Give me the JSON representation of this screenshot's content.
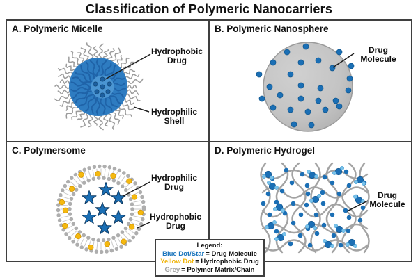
{
  "title": "Classification of Polymeric Nanocarriers",
  "panels": {
    "a": {
      "label": "A. Polymeric Micelle",
      "annotations": {
        "drug": {
          "line1": "Hydrophobic",
          "line2": "Drug"
        },
        "shell": {
          "line1": "Hydrophilic",
          "line2": "Shell"
        }
      }
    },
    "b": {
      "label": "B. Polymeric Nanosphere",
      "annotations": {
        "drug": {
          "line1": "Drug",
          "line2": "Molecule"
        }
      }
    },
    "c": {
      "label": "C. Polymersome",
      "annotations": {
        "hydrophilic": {
          "line1": "Hydrophilic",
          "line2": "Drug"
        },
        "hydrophobic": {
          "line1": "Hydrophobic",
          "line2": "Drug"
        }
      }
    },
    "d": {
      "label": "D. Polymeric Hydrogel",
      "annotations": {
        "drug": {
          "line1": "Drug",
          "line2": "Molecule"
        }
      }
    }
  },
  "legend": {
    "title": "Legend:",
    "entries": [
      {
        "term": "Blue Dot/Star",
        "rest": "= Drug Molecule",
        "color": "#1b75bc"
      },
      {
        "term": "Yellow Dot",
        "rest": "= Hydrophobic Drug",
        "color": "#f0b50e"
      },
      {
        "term": "Grey",
        "rest": "= Polymer Matrix/Chain",
        "color": "#a0a0a0"
      }
    ]
  },
  "colors": {
    "ink": "#1c1c1c",
    "blue": "#1b6fb5",
    "blue_dark": "#1c5f9f",
    "light_blue": "#79c2ea",
    "yellow": "#f5b90f",
    "yellow_edge": "#d29400",
    "grey_chain": "#a3a3a3",
    "grey_bead": "#aeaeae",
    "grey_tail": "#c9c9c9",
    "sphere_edge": "#9b9b9b",
    "micelle_body": "#2e7cc1",
    "micelle_fiber": "#1f63a8",
    "micelle_core": "#4b95d2",
    "hair": "#9c9c9c"
  }
}
